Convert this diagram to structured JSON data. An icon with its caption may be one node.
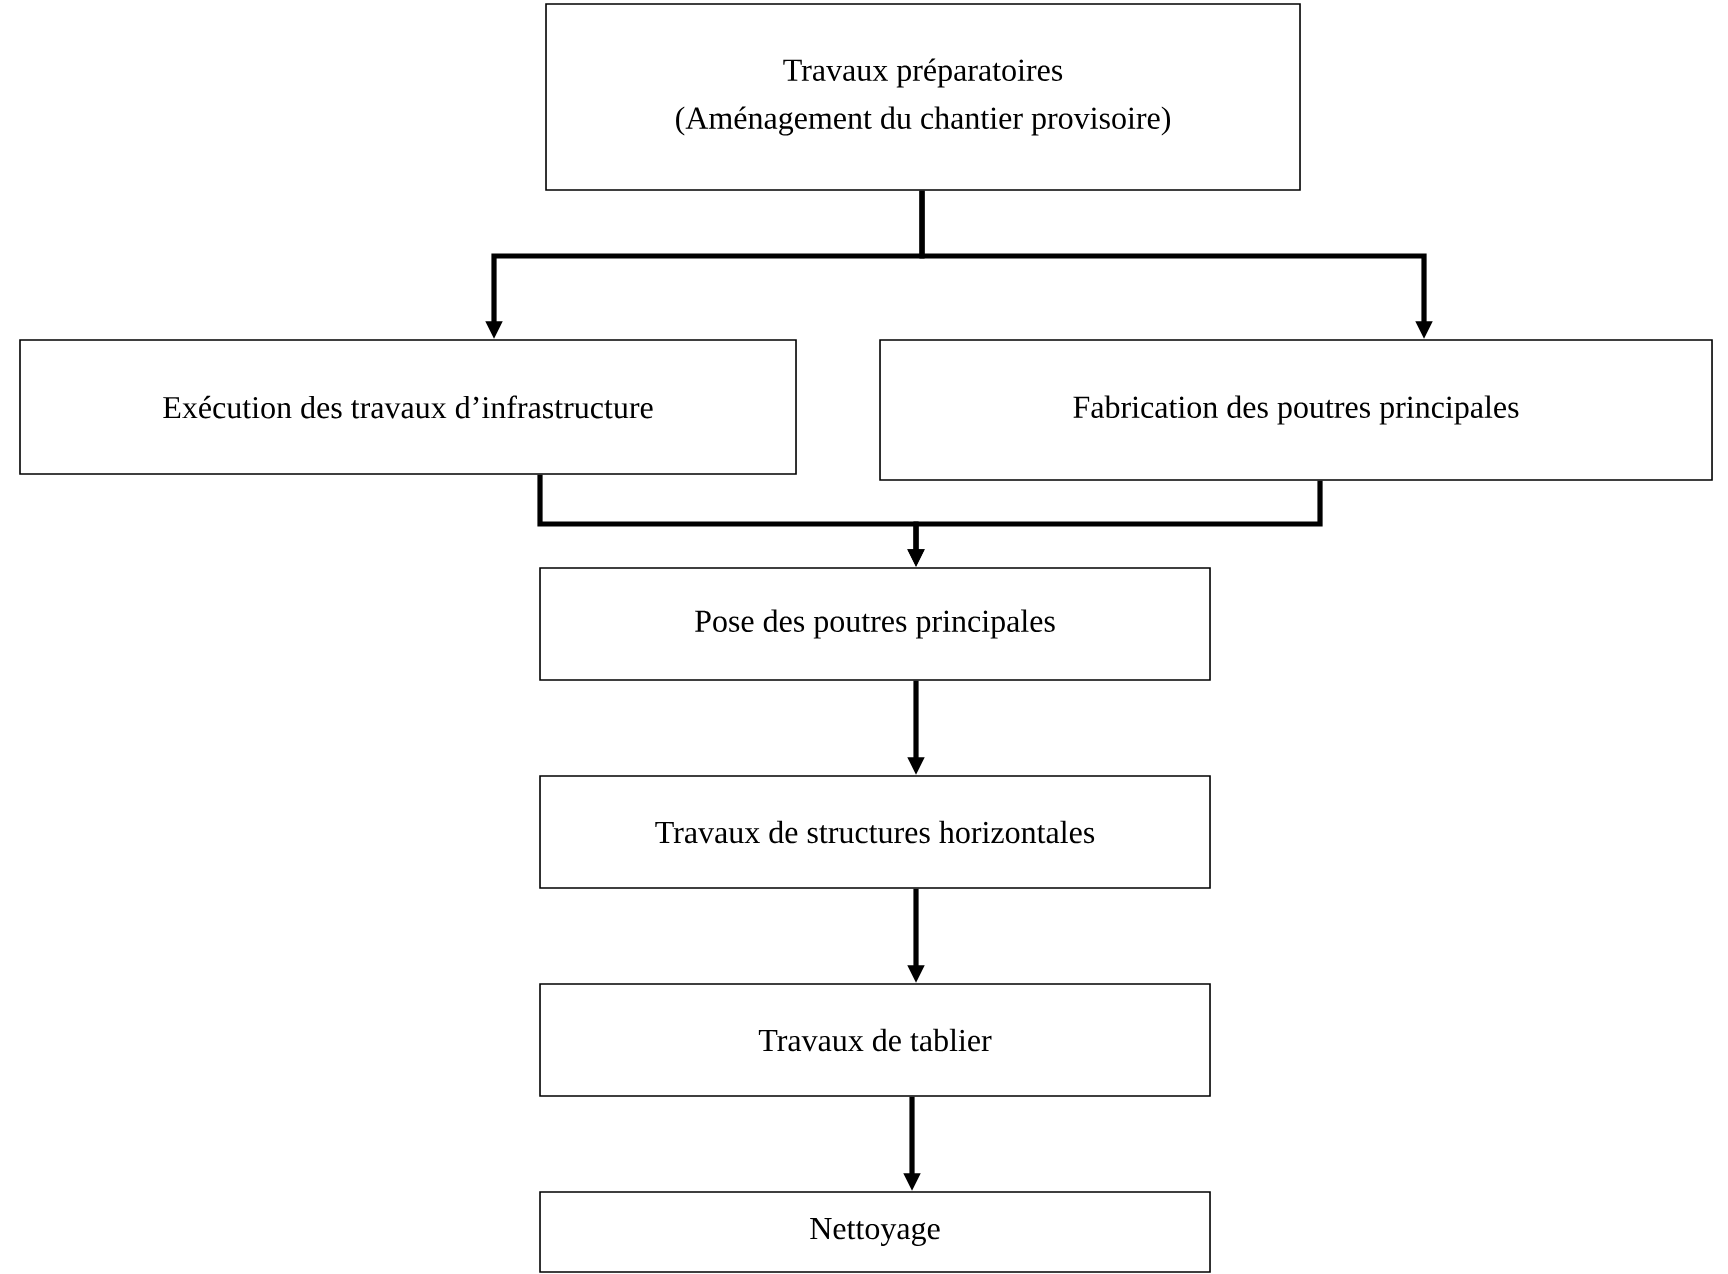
{
  "diagram": {
    "nodes": [
      {
        "text": [
          "Travaux préparatoires",
          "(Aménagement du chantier provisoire)"
        ]
      },
      {
        "text": [
          "Exécution des travaux d’infrastructure"
        ]
      },
      {
        "text": [
          "Fabrication des poutres principales"
        ]
      },
      {
        "text": [
          "Pose des poutres principales"
        ]
      },
      {
        "text": [
          "Travaux de structures horizontales"
        ]
      },
      {
        "text": [
          "Travaux de tablier"
        ]
      },
      {
        "text": [
          "Nettoyage"
        ]
      }
    ],
    "edges": [
      {
        "from": 0,
        "to": 1,
        "arrow": "to"
      },
      {
        "from": 0,
        "to": 2,
        "arrow": "to"
      },
      {
        "from": 1,
        "to": 3,
        "arrow": "to"
      },
      {
        "from": 2,
        "to": 3,
        "arrow": "to"
      },
      {
        "from": 3,
        "to": 4,
        "arrow": "to"
      },
      {
        "from": 4,
        "to": 5,
        "arrow": "to"
      },
      {
        "from": 5,
        "to": 6,
        "arrow": "to"
      }
    ]
  }
}
